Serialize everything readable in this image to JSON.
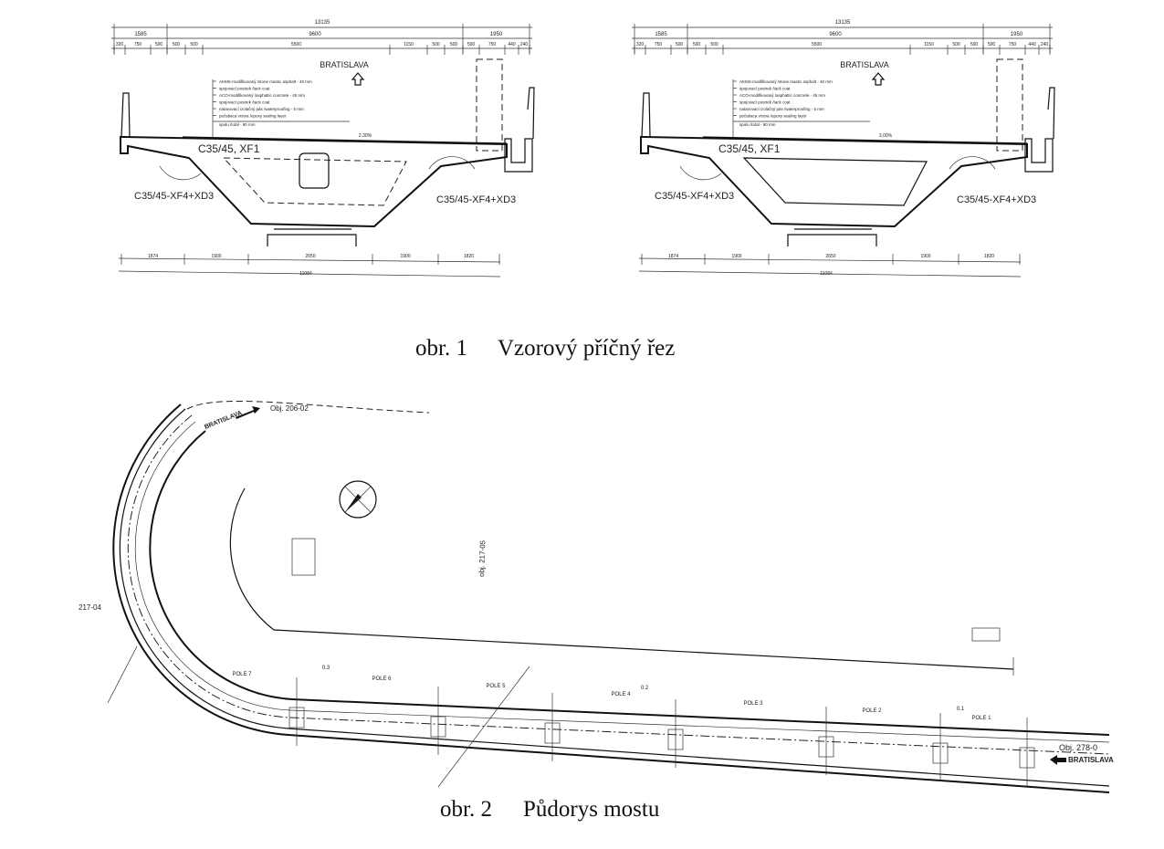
{
  "figure1": {
    "caption_number": "obr. 1",
    "caption_text": "Vzorový příčný řez",
    "sections": [
      {
        "overall_width": "13135",
        "tier2": [
          "1585",
          "9600",
          "1950"
        ],
        "tier3": [
          "320",
          "750",
          "500",
          "500",
          "500",
          "5500",
          "1150",
          "500",
          "500",
          "500",
          "750",
          "440",
          "240"
        ],
        "direction": "BRATISLAVA",
        "deck_concrete": "C35/45, XF1",
        "cornice_concrete_left": "C35/45-XF4+XD3",
        "cornice_concrete_right": "C35/45-XF4+XD3",
        "pavement_layers": [
          "AKMS-modifikovaný /stone mastic asphalt - 40 mm",
          "spojovací postrek /tack coat",
          "ACO-modifikovaný /asphaltic concrete - 45 mm",
          "spojovací postrek /tack coat",
          "natavovací izolačný pás /waterproofing - 5 mm",
          "pečatiaca vrstva /epoxy sealing layer"
        ],
        "pavement_total": "spolu /total - 90 mm",
        "bottom_dims": [
          "1874",
          "1900",
          "2650",
          "1900",
          "1820"
        ],
        "bottom_overall": "11084",
        "crossfall": "2,30%"
      },
      {
        "overall_width": "13135",
        "tier2": [
          "1585",
          "9600",
          "1950"
        ],
        "tier3": [
          "320",
          "750",
          "500",
          "500",
          "500",
          "5500",
          "1150",
          "500",
          "500",
          "500",
          "750",
          "440",
          "240"
        ],
        "direction": "BRATISLAVA",
        "deck_concrete": "C35/45, XF1",
        "cornice_concrete_left": "C35/45-XF4+XD3",
        "cornice_concrete_right": "C35/45-XF4+XD3",
        "pavement_layers": [
          "AKMS-modifikovaný /stone mastic asphalt - 40 mm",
          "spojovací postrek /tack coat",
          "ACO-modifikovaný /asphaltic concrete - 45 mm",
          "spojovací postrek /tack coat",
          "natavovací izolačný pás /waterproofing - 5 mm",
          "pečatiaca vrstva /epoxy sealing layer"
        ],
        "pavement_total": "spolu /total - 90 mm",
        "bottom_dims": [
          "1874",
          "1900",
          "2650",
          "1900",
          "1820"
        ],
        "bottom_overall": "11084",
        "crossfall": "3,00%"
      }
    ]
  },
  "figure2": {
    "caption_number": "obr. 2",
    "caption_text": "Půdorys mostu",
    "direction_top": "BRATISLAVA",
    "direction_bottom": "BRATISLAVA",
    "objects": {
      "top": "Obj. 206-02",
      "middle": "obj. 217-05",
      "right": "Obj. 278-0",
      "left": "217-04"
    },
    "spans": [
      "POLE 7",
      "POLE 6",
      "POLE 5",
      "POLE 4",
      "POLE 3",
      "POLE 2",
      "POLE 1"
    ],
    "supports": [
      "0.3",
      "0.2",
      "0.1"
    ]
  }
}
